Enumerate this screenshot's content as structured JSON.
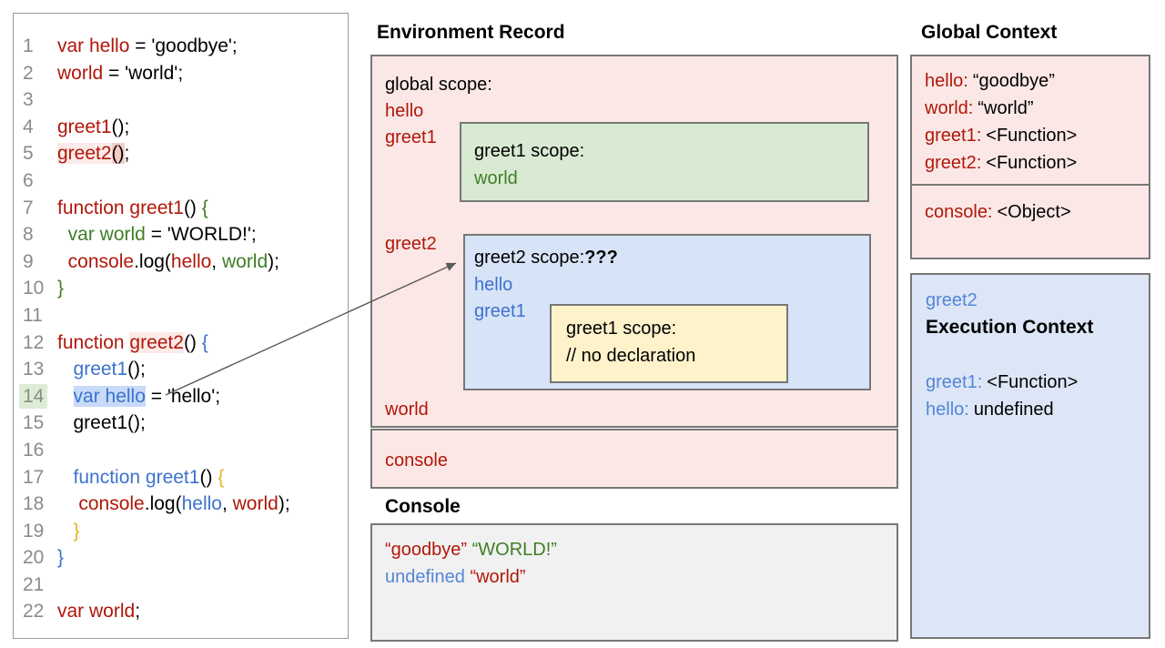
{
  "colors": {
    "red": "#b0170a",
    "green": "#3f7e27",
    "blue_code": "#3d72cf",
    "blue_panel": "#5585d6",
    "yellow": "#eab11f",
    "gray_line_numbers": "#8b8b8b",
    "border_gray": "#777777",
    "bg_pink": "#fbe8e6",
    "bg_green": "#d9ead3",
    "bg_blue_mid": "#d7e3f6",
    "bg_blue_right": "#dce6f7",
    "bg_yellow": "#fef2cb",
    "bg_gray": "#f1f1f1",
    "hl_blue": "#c8daf7",
    "hl_green": "#dcecd5",
    "hl_pink": "#f5cdc8",
    "hl_pink_light": "#fbeae7",
    "arrow": "#5a5a5a"
  },
  "code_panel": {
    "lines": [
      {
        "num": "1",
        "tokens": [
          {
            "t": "var hello",
            "c": "red"
          },
          {
            "t": " = 'goodbye';",
            "c": "black"
          }
        ]
      },
      {
        "num": "2",
        "tokens": [
          {
            "t": "world",
            "c": "red"
          },
          {
            "t": " = 'world';",
            "c": "black"
          }
        ]
      },
      {
        "num": "3",
        "tokens": []
      },
      {
        "num": "4",
        "tokens": [
          {
            "t": "greet1",
            "c": "red"
          },
          {
            "t": "();",
            "c": "black"
          }
        ]
      },
      {
        "num": "5",
        "tokens": [
          {
            "t": "greet2",
            "c": "red",
            "bg": "pink-light"
          },
          {
            "t": "()",
            "c": "black",
            "bg": "pink"
          },
          {
            "t": ";",
            "c": "black"
          }
        ]
      },
      {
        "num": "6",
        "tokens": []
      },
      {
        "num": "7",
        "tokens": [
          {
            "t": "function greet1",
            "c": "red"
          },
          {
            "t": "() ",
            "c": "black"
          },
          {
            "t": "{",
            "c": "green"
          }
        ]
      },
      {
        "num": "8",
        "tokens": [
          {
            "t": "  ",
            "c": "black"
          },
          {
            "t": "var world",
            "c": "green"
          },
          {
            "t": " = 'WORLD!';",
            "c": "black"
          }
        ]
      },
      {
        "num": "9",
        "tokens": [
          {
            "t": "  ",
            "c": "black"
          },
          {
            "t": "console",
            "c": "red"
          },
          {
            "t": ".log(",
            "c": "black"
          },
          {
            "t": "hello",
            "c": "red"
          },
          {
            "t": ", ",
            "c": "black"
          },
          {
            "t": "world",
            "c": "green"
          },
          {
            "t": ");",
            "c": "black"
          }
        ]
      },
      {
        "num": "10",
        "tokens": [
          {
            "t": "}",
            "c": "green"
          }
        ]
      },
      {
        "num": "11",
        "tokens": []
      },
      {
        "num": "12",
        "tokens": [
          {
            "t": "function ",
            "c": "red"
          },
          {
            "t": "greet2",
            "c": "red",
            "bg": "pink-light"
          },
          {
            "t": "() ",
            "c": "black"
          },
          {
            "t": "{",
            "c": "blue"
          }
        ]
      },
      {
        "num": "13",
        "tokens": [
          {
            "t": "   ",
            "c": "black"
          },
          {
            "t": "greet1",
            "c": "blue"
          },
          {
            "t": "();",
            "c": "black"
          }
        ]
      },
      {
        "num": "14",
        "num_hl": true,
        "tokens": [
          {
            "t": "   ",
            "c": "black"
          },
          {
            "t": "var hello",
            "c": "blue",
            "bg": "blue"
          },
          {
            "t": " = 'hello';",
            "c": "black"
          }
        ]
      },
      {
        "num": "15",
        "tokens": [
          {
            "t": "   greet1();",
            "c": "black"
          }
        ]
      },
      {
        "num": "16",
        "tokens": []
      },
      {
        "num": "17",
        "tokens": [
          {
            "t": "   ",
            "c": "black"
          },
          {
            "t": "function greet1",
            "c": "blue"
          },
          {
            "t": "() ",
            "c": "black"
          },
          {
            "t": "{",
            "c": "yellow"
          }
        ]
      },
      {
        "num": "18",
        "tokens": [
          {
            "t": "    ",
            "c": "black"
          },
          {
            "t": "console",
            "c": "red"
          },
          {
            "t": ".log(",
            "c": "black"
          },
          {
            "t": "hello",
            "c": "blue"
          },
          {
            "t": ", ",
            "c": "black"
          },
          {
            "t": "world",
            "c": "red"
          },
          {
            "t": ");",
            "c": "black"
          }
        ]
      },
      {
        "num": "19",
        "tokens": [
          {
            "t": "   ",
            "c": "black"
          },
          {
            "t": "}",
            "c": "yellow"
          }
        ]
      },
      {
        "num": "20",
        "tokens": [
          {
            "t": "}",
            "c": "blue"
          }
        ]
      },
      {
        "num": "21",
        "tokens": []
      },
      {
        "num": "22",
        "tokens": [
          {
            "t": "var world",
            "c": "red"
          },
          {
            "t": ";",
            "c": "black"
          }
        ]
      }
    ]
  },
  "environment_record": {
    "title": "Environment Record",
    "global_scope_label": "global scope:",
    "hello": "hello",
    "greet1": "greet1",
    "greet2": "greet2",
    "world": "world",
    "console": "console",
    "greet1_scope": {
      "title": "greet1 scope:",
      "world": "world"
    },
    "greet2_scope": {
      "title": "greet2 scope:",
      "unknown": "???",
      "hello": "hello",
      "greet1": "greet1",
      "greet1_scope": {
        "title": "greet1 scope:",
        "comment": "// no declaration"
      }
    }
  },
  "console_panel": {
    "title": "Console",
    "lines": [
      [
        {
          "t": "“goodbye”",
          "c": "red"
        },
        {
          "t": " ",
          "c": "black"
        },
        {
          "t": "“WORLD!”",
          "c": "green"
        }
      ],
      [
        {
          "t": "undefined",
          "c": "bluep"
        },
        {
          "t": " ",
          "c": "black"
        },
        {
          "t": "“world”",
          "c": "red"
        }
      ]
    ]
  },
  "global_context": {
    "title": "Global Context",
    "entries": [
      {
        "label": "hello:",
        "value": "“goodbye”"
      },
      {
        "label": "world:",
        "value": "“world”"
      },
      {
        "label": "greet1:",
        "value": "<Function>"
      },
      {
        "label": "greet2:",
        "value": "<Function>"
      }
    ],
    "console_entry": {
      "label": "console:",
      "value": "<Object>"
    }
  },
  "execution_context": {
    "fn_name": "greet2",
    "title": "Execution Context",
    "entries": [
      {
        "label": "greet1:",
        "value": "<Function>"
      },
      {
        "label": "hello:",
        "value": "undefined"
      }
    ]
  }
}
